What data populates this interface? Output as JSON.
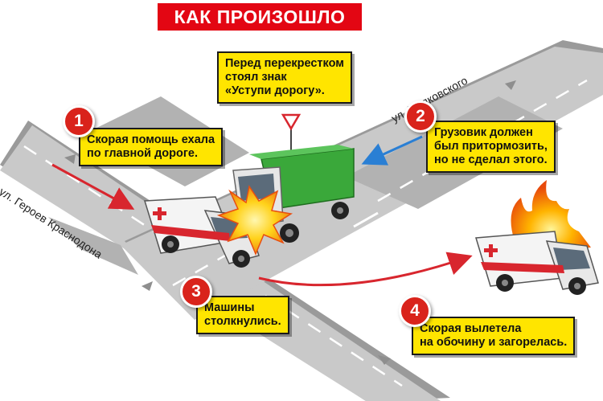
{
  "title": "КАК ПРОИЗОШЛО ДТП",
  "streets": {
    "mayakovsky": "ул. Маяковского",
    "geroev": "ул. Героев Краснодона"
  },
  "callouts": {
    "sign": [
      "Перед перекрестком",
      "стоял знак",
      "«Уступи дорогу»."
    ],
    "step1": [
      "Скорая помощь ехала",
      "по главной дороге."
    ],
    "step2": [
      "Грузовик должен",
      "был притормозить,",
      "но не сделал этого."
    ],
    "step3": [
      "Машины",
      "столкнулись."
    ],
    "step4": [
      "Скорая вылетела",
      "на обочину и загорелась."
    ]
  },
  "badges": {
    "b1": "1",
    "b2": "2",
    "b3": "3",
    "b4": "4"
  },
  "colors": {
    "banner": "#e30613",
    "callout": "#ffe500",
    "badge": "#d9231b",
    "road": "#c7c7c7",
    "curb": "#9a9a9a",
    "arrow_ambulance": "#d8262e",
    "arrow_truck": "#2a7fd4",
    "truck_cargo": "#3aa83a"
  }
}
